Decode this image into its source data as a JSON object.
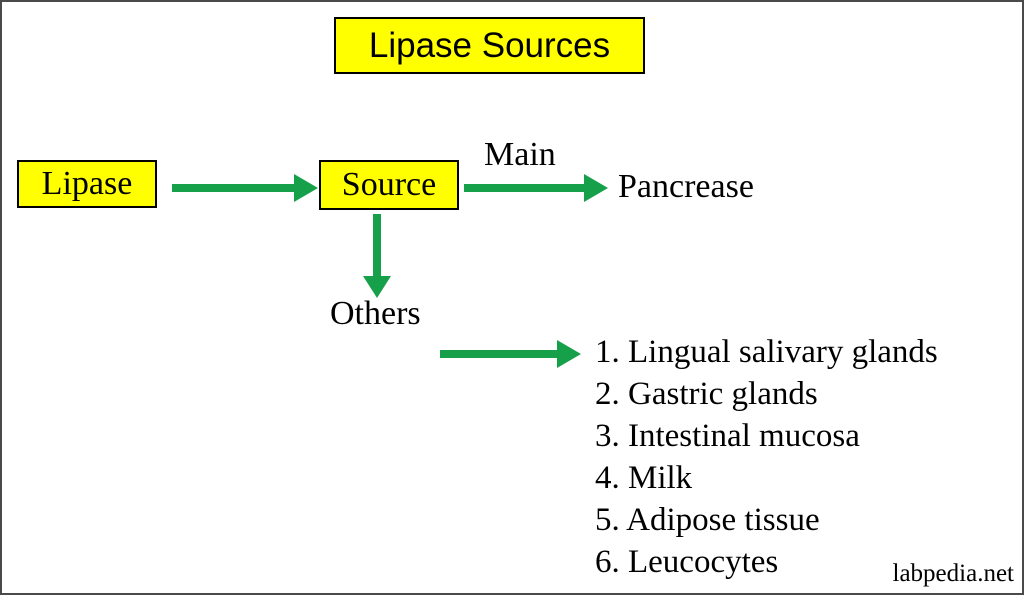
{
  "title": "Lipase Sources",
  "nodes": {
    "lipase": "Lipase",
    "source": "Source",
    "main_label": "Main",
    "pancrease": "Pancrease",
    "others_label": "Others"
  },
  "others_list": {
    "items": [
      "1. Lingual salivary glands",
      "2. Gastric glands",
      "3. Intestinal mucosa",
      "4. Milk",
      "5. Adipose tissue",
      "6. Leucocytes"
    ]
  },
  "watermark": "labpedia.net",
  "icons": {
    "arrows": [
      "arrow-right-lipase-to-source",
      "arrow-right-source-to-pancrease",
      "arrow-down-source-to-others",
      "arrow-right-others-to-list"
    ]
  },
  "colors": {
    "box_fill": "#ffff00",
    "box_border": "#000000",
    "arrow_green": "#17a04a",
    "text": "#000000",
    "frame_border": "#4a4a4a",
    "background": "#ffffff"
  }
}
